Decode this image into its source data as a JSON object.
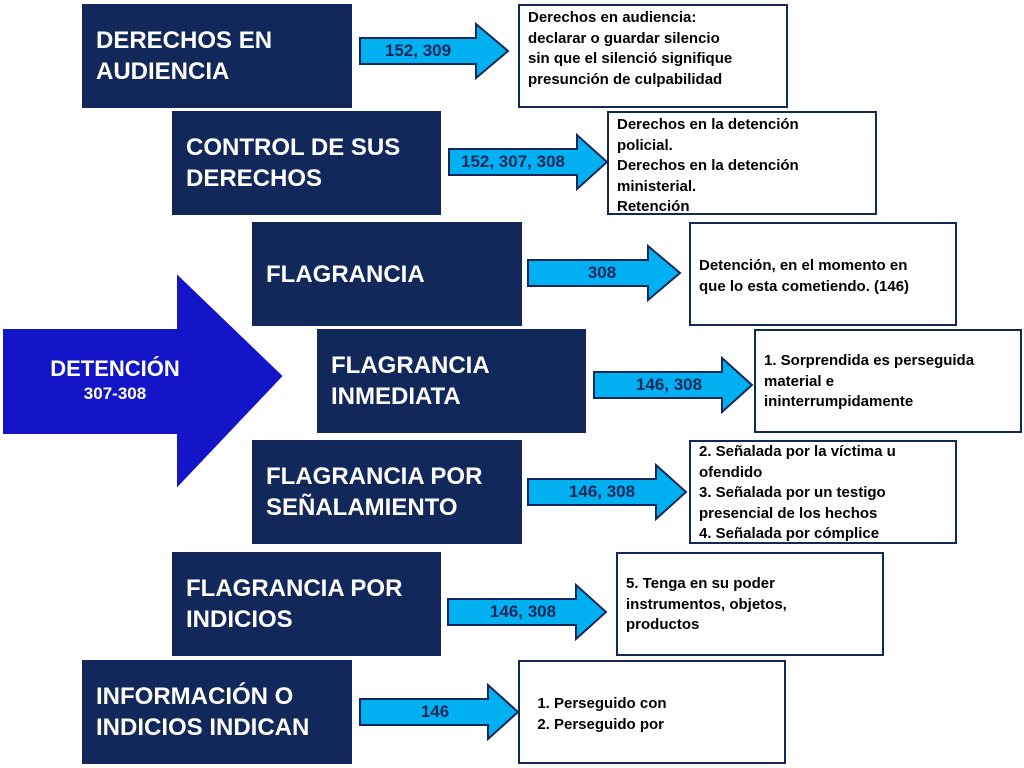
{
  "colors": {
    "navy": "#12285a",
    "arrow_fill": "#00b0f0",
    "big_arrow_fill": "#1414c8"
  },
  "detention": {
    "title": "DETENCIÓN",
    "range": "307-308"
  },
  "rows": [
    {
      "title": "DERECHOS EN\nAUDIENCIA",
      "articles": "152, 309",
      "description": [
        "Derechos en audiencia:",
        "declarar o guardar silencio",
        "sin que el silenció signifique",
        "presunción de culpabilidad"
      ]
    },
    {
      "title": "CONTROL DE SUS\nDERECHOS",
      "articles": "152, 307, 308",
      "description": [
        "Derechos en la detención",
        "policial.",
        "Derechos en la detención",
        "ministerial.",
        "Retención"
      ]
    },
    {
      "title": "FLAGRANCIA",
      "articles": "308",
      "description": [
        "Detención, en el momento en",
        "que lo esta cometiendo. (146)"
      ]
    },
    {
      "title": "FLAGRANCIA\nINMEDIATA",
      "articles": "146, 308",
      "description": [
        "1. Sorprendida es perseguida",
        "material e",
        "ininterrumpidamente"
      ]
    },
    {
      "title": "FLAGRANCIA POR\nSEÑALAMIENTO",
      "articles": "146, 308",
      "description": [
        "2. Señalada por la víctima u",
        "ofendido",
        "3. Señalada por un testigo",
        "presencial de los hechos",
        "4. Señalada por cómplice"
      ]
    },
    {
      "title": "FLAGRANCIA POR\nINDICIOS",
      "articles": "146, 308",
      "description": [
        "5. Tenga en su poder",
        "instrumentos, objetos,",
        "productos"
      ]
    },
    {
      "title": "INFORMACIÓN O\nINDICIOS INDICAN",
      "articles": "146",
      "description_list": [
        "Perseguido con",
        "Perseguido por"
      ]
    }
  ]
}
